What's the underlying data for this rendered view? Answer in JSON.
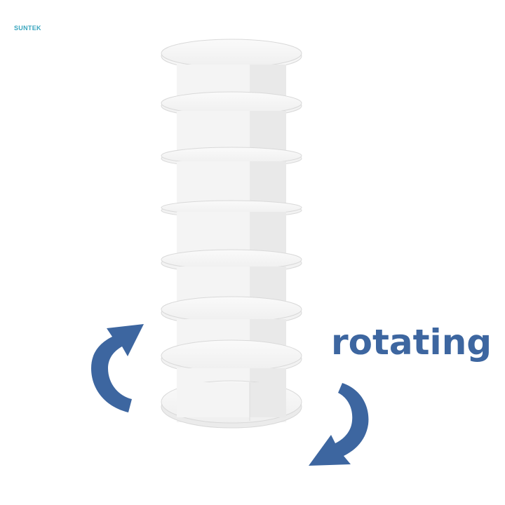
{
  "brand": {
    "name": "SUNTEK",
    "color": "#3aa6bf"
  },
  "caption": {
    "text": "rotating",
    "color": "#3d66a0"
  },
  "product": {
    "description": "White rotating 7-tier round shoe rack tower",
    "tiers": 7,
    "shelf_tops_y": [
      75,
      147,
      222,
      296,
      370,
      440,
      505,
      570
    ]
  },
  "arrows": [
    {
      "name": "rotate-arrow-up-left",
      "direction": "counterclockwise-up",
      "color": "#3d66a0"
    },
    {
      "name": "rotate-arrow-down-right",
      "direction": "clockwise-down",
      "color": "#3d66a0"
    }
  ]
}
